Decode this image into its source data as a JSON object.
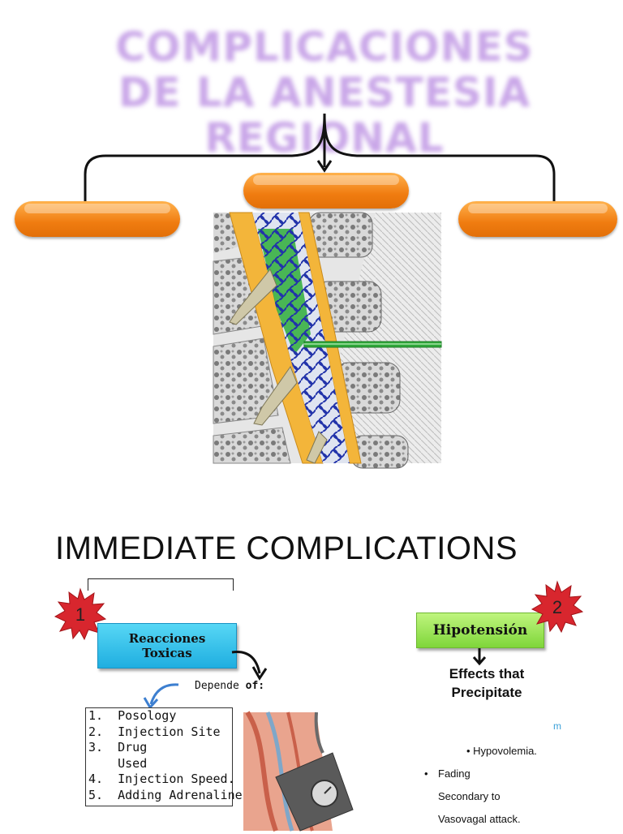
{
  "slide1": {
    "title": "COMPLICACIONES DE LA ANESTESIA REGIONAL",
    "image": "spinal-anatomy-illustration"
  },
  "slide2": {
    "title": "IMMEDIATE COMPLICATIONS",
    "badge1": "1",
    "badge2": "2",
    "box_toxic": "Reacciones\nToxicas",
    "depende_word": "Depende",
    "depende_of": "of:",
    "list": [
      "1.  Posology",
      "2.  Injection Site",
      "3.  Drug",
      "    Used",
      "4.  Injection Speed.",
      "5.  Adding Adrenaline"
    ],
    "box_hypo": "Hipotensión",
    "effects_line1": "Effects that",
    "effects_line2": "Precipitate",
    "stray_m": "m",
    "hypovolemia": "• Hypovolemia.",
    "bullet2": "•",
    "fading": "Fading",
    "secondary": "Secondary to",
    "vasovagal": "Vasovagal attack.",
    "colors": {
      "cyan_box": "#1faee0",
      "green_box": "#7fd63a",
      "pill": "#f07c10",
      "star": "#d8262e",
      "title_blur": "#c9a6e8"
    }
  }
}
